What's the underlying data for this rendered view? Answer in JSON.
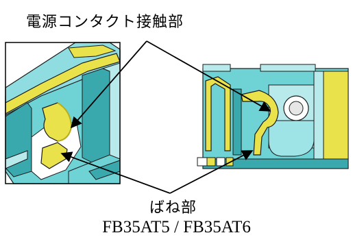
{
  "labels": {
    "power_contact": "電源コンタクト接触部",
    "spring": "ばね部",
    "model": "FB35AT5 / FB35AT6"
  },
  "colors": {
    "cyan_fill": "#6fd3d6",
    "cyan_light": "#b8eaec",
    "cyan_dark": "#3aa9ae",
    "yellow_fill": "#e9e24a",
    "yellow_dark": "#b7ad1f",
    "outline": "#1a1a1a",
    "arrow": "#000000",
    "cavity": "#ffffff"
  },
  "icons": {
    "left_view": "connector-closeup-left",
    "right_view": "connector-section-right"
  }
}
